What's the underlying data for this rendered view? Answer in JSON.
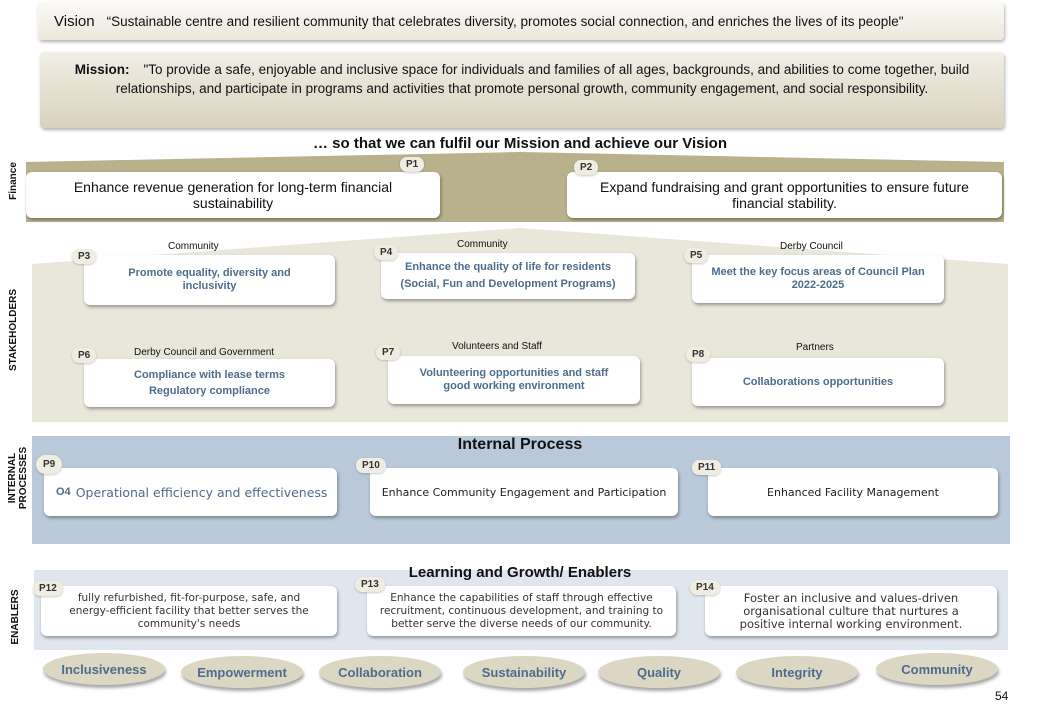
{
  "vision": {
    "label": "Vision",
    "text": "“Sustainable centre  and resilient community  that celebrates diversity, promotes social connection, and enriches the lives  of its people\""
  },
  "mission": {
    "label": "Mission:",
    "text": "\"To  provide a safe, enjoyable  and inclusive space for individuals and families of all ages, backgrounds, and abilities  to come together, build relationships, and participate in programs and activities that promote personal growth, community engagement, and social responsibility."
  },
  "fulfil_heading": "… so that we can fulfil our Mission and achieve our Vision",
  "side_labels": {
    "finance": "Finance",
    "stakeholders": "STAKEHOLDERS",
    "internal_line1": "INTERNAL",
    "internal_line2": "PROCESSES",
    "enablers": "ENABLERS"
  },
  "finance": [
    {
      "tag": "P1",
      "text": "Enhance revenue generation for long-term financial sustainability"
    },
    {
      "tag": "P2",
      "text": "Expand fundraising and grant opportunities to ensure future financial stability."
    }
  ],
  "stakeholders": [
    {
      "tag": "P3",
      "owner": "Community",
      "text": "Promote equality,  diversity and inclusivity"
    },
    {
      "tag": "P4",
      "owner": "Community",
      "text": "Enhance the quality of life for residents (Social, Fun and Development Programs)"
    },
    {
      "tag": "P5",
      "owner": "Derby Council",
      "text": "Meet the key focus areas of Council Plan 2022-2025"
    },
    {
      "tag": "P6",
      "owner": "Derby Council  and Government",
      "text": "Compliance with lease terms Regulatory compliance"
    },
    {
      "tag": "P7",
      "owner": "Volunteers and Staff",
      "text": "Volunteering opportunities and  staff good working environment"
    },
    {
      "tag": "P8",
      "owner": "Partners",
      "text": "Collaborations opportunities"
    }
  ],
  "internal": {
    "title": "Internal Process",
    "items": [
      {
        "tag": "P9",
        "prefix": "O4",
        "text": "Operational efficiency and effectiveness"
      },
      {
        "tag": "P10",
        "text": "Enhance Community Engagement and Participation"
      },
      {
        "tag": "P11",
        "text": "Enhanced Facility Management"
      }
    ]
  },
  "learning": {
    "title": "Learning and Growth/ Enablers",
    "items": [
      {
        "tag": "P12",
        "text": "fully refurbished, fit-for-purpose, safe, and energy-efficient facility that better serves the community's needs"
      },
      {
        "tag": "P13",
        "text": "Enhance the capabilities of staff through effective recruitment, continuous development, and training to better serve the diverse needs of our community."
      },
      {
        "tag": "P14",
        "text": "Foster an inclusive and values-driven organisational culture that nurtures a positive internal working environment."
      }
    ]
  },
  "values": [
    "Inclusiveness",
    "Empowerment",
    "Collaboration",
    "Sustainability",
    "Quality",
    "Integrity",
    "Community"
  ],
  "page_number": "54",
  "colors": {
    "finance_band": "#b9b08c",
    "stakeholder_band": "#e9e6da",
    "internal_band": "#b9c9d9",
    "learning_band": "#dfe6ed",
    "text_blue": "#4e6c8c"
  }
}
